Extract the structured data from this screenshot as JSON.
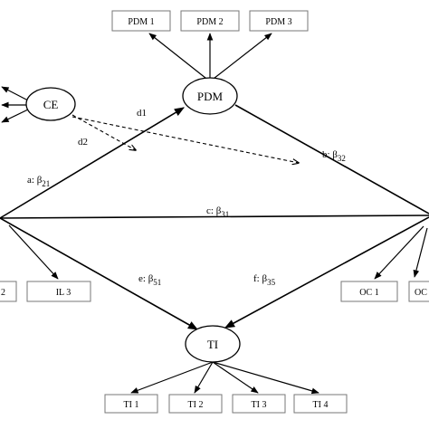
{
  "constructs": {
    "ce": "CE",
    "pdm": "PDM",
    "ti": "TI"
  },
  "indicators": {
    "pdm": [
      "PDM 1",
      "PDM 2",
      "PDM 3"
    ],
    "ti": [
      "TI 1",
      "TI 2",
      "TI 3",
      "TI 4"
    ],
    "il": [
      "2",
      "IL 3"
    ],
    "oc": [
      "OC 1",
      "OC"
    ]
  },
  "paths": {
    "a": {
      "prefix": "a: β",
      "sub": "21"
    },
    "b": {
      "prefix": "b: β",
      "sub": "32"
    },
    "c": {
      "prefix": "c: β",
      "sub": "31"
    },
    "e": {
      "prefix": "e: β",
      "sub": "51"
    },
    "f": {
      "prefix": "f: β",
      "sub": "35"
    },
    "d1": {
      "label": "d1"
    },
    "d2": {
      "label": "d2"
    }
  }
}
